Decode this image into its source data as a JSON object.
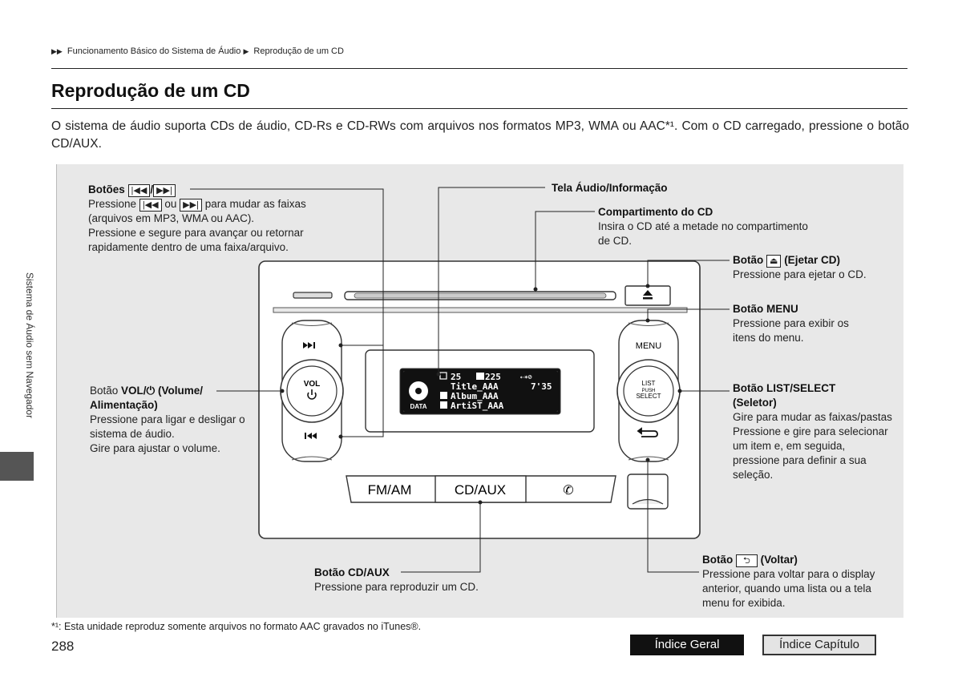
{
  "breadcrumb": {
    "prefix": "▶▶",
    "item1": "Funcionamento Básico do Sistema de Áudio",
    "sep": "▶",
    "item2": "Reprodução de um CD"
  },
  "title": "Reprodução de um CD",
  "intro": "O sistema de áudio suporta CDs de áudio, CD-Rs e CD-RWs com arquivos nos formatos MP3, WMA ou AAC*¹. Com o CD carregado, pressione o botão CD/AUX.",
  "side_tab": "Sistema de Áudio sem Navegador",
  "callouts": {
    "skip": {
      "title_pre": "Botões",
      "slash": "/",
      "line1_pre": "Pressione",
      "line1_mid": "ou",
      "line1_post": "para mudar as faixas",
      "line2": "(arquivos em MP3, WMA ou AAC).",
      "line3": "Pressione e segure para avançar ou retornar",
      "line4": "rapidamente dentro de uma faixa/arquivo."
    },
    "screen": {
      "title": "Tela Áudio/Informação"
    },
    "slot": {
      "title": "Compartimento do CD",
      "line1": "Insira o CD até a metade no compartimento",
      "line2": "de CD."
    },
    "eject": {
      "title_pre": "Botão",
      "title_post": "(Ejetar CD)",
      "line1": "Pressione para ejetar o CD."
    },
    "menu": {
      "title": "Botão MENU",
      "line1": "Pressione para exibir os",
      "line2": "itens do menu."
    },
    "vol": {
      "title_pre": "Botão",
      "title_bold": "VOL/⏻ (Volume/",
      "title_bold2": "Alimentação)",
      "line1": "Pressione para ligar e desligar o",
      "line2": "sistema de áudio.",
      "line3": "Gire para ajustar o volume."
    },
    "list": {
      "title": "Botão LIST/SELECT",
      "title2": "(Seletor)",
      "line1": "Gire para mudar as faixas/pastas",
      "line2": "Pressione e gire para selecionar",
      "line3": "um item e, em seguida,",
      "line4": "pressione para definir a sua",
      "line5": "seleção."
    },
    "cdaux": {
      "title": "Botão CD/AUX",
      "line1": "Pressione para reproduzir um CD."
    },
    "back": {
      "title_pre": "Botão",
      "title_post": "(Voltar)",
      "line1": "Pressione para voltar para o display",
      "line2": "anterior, quando uma lista ou a tela",
      "line3": "menu for exibida."
    }
  },
  "unit": {
    "vol_label": "VOL",
    "menu_label": "MENU",
    "list_label_1": "LIST",
    "list_label_2": "PUSH",
    "list_label_3": "SELECT",
    "fm_am": "FM/AM",
    "cd_aux": "CD/AUX",
    "display": {
      "folder_num": "25",
      "track_num": "225",
      "title": "Title_AAA",
      "time": "7'35",
      "album": "Album_AAA",
      "artist": "ArtiST_AAA",
      "data_label": "DATA"
    }
  },
  "footnote": "*¹: Esta unidade reproduz somente arquivos no formato AAC gravados no iTunes®.",
  "page_number": "288",
  "nav": {
    "index_general": "Índice Geral",
    "index_chapter": "Índice Capítulo"
  }
}
